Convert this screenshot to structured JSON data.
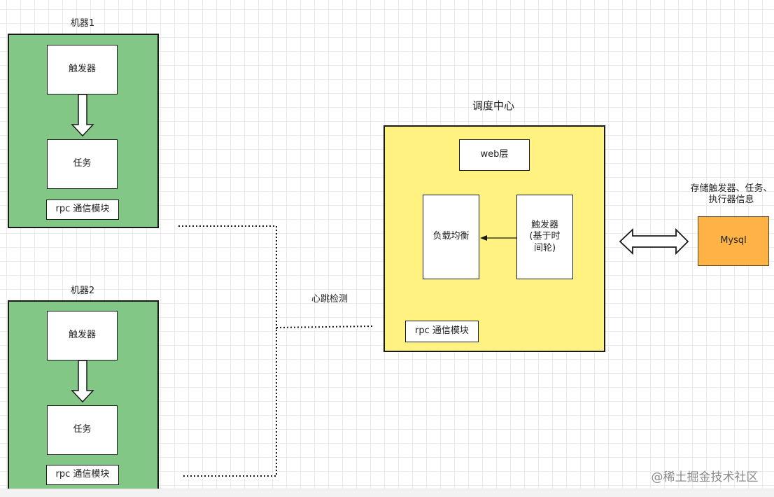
{
  "machine1": {
    "title": "机器1",
    "trigger": "触发器",
    "task": "任务",
    "rpc": "rpc 通信模块"
  },
  "machine2": {
    "title": "机器2",
    "trigger": "触发器",
    "task": "任务",
    "rpc": "rpc 通信模块"
  },
  "scheduler": {
    "title": "调度中心",
    "web_layer": "web层",
    "load_balance": "负载均衡",
    "trigger_line1": "触发器",
    "trigger_line2": "(基于时",
    "trigger_line3": "间轮)",
    "rpc": "rpc 通信模块"
  },
  "heartbeat_label": "心跳检测",
  "mysql": {
    "label": "Mysql",
    "note_line1": "存储触发器、任务、",
    "note_line2": "执行器信息"
  },
  "watermark": "@稀土掘金技术社区",
  "colors": {
    "machine_fill": "#82c785",
    "scheduler_fill": "#fff280",
    "mysql_fill": "#ffb347"
  }
}
